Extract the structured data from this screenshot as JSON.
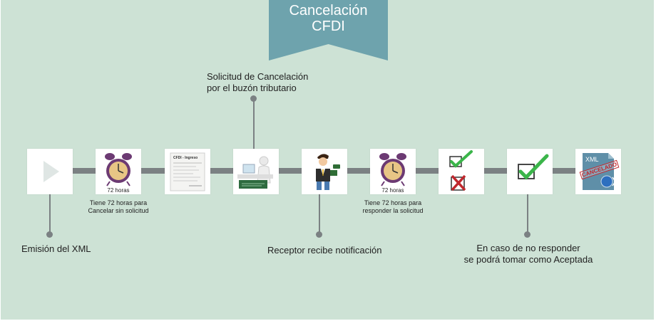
{
  "banner": {
    "line1": "Cancelación",
    "line2": "CFDI"
  },
  "steps": {
    "emission": {
      "label": "Emisión del XML"
    },
    "clock1": {
      "caption": "72 horas",
      "note_line1": "Tiene 72 horas para",
      "note_line2": "Cancelar sin solicitud"
    },
    "invoice": {
      "title": "CFDI - Ingreso"
    },
    "request": {
      "label_line1": "Solicitud de Cancelación",
      "label_line2": "por el buzón tributario"
    },
    "receiver": {
      "label": "Receptor recibe notificación"
    },
    "clock2": {
      "caption": "72 horas",
      "note_line1": "Tiene 72 horas para",
      "note_line2": "responder la solicitud"
    },
    "accepted": {
      "label_line1": "En caso de no responder",
      "label_line2": "se podrá tomar como Aceptada"
    },
    "cancelled": {
      "file_type": "XML",
      "stamp": "CANCELADO"
    }
  },
  "colors": {
    "background": "#cde2d5",
    "banner": "#6ea3ad",
    "timeline": "#7b8183",
    "check_green": "#3bb54a",
    "cross_red": "#c0272d",
    "clock_purple": "#6c3a73",
    "clock_face": "#e8c585"
  },
  "icons": [
    "play-icon",
    "alarm-clock-icon",
    "invoice-document-icon",
    "computer-user-icon",
    "businessman-notification-icon",
    "check-and-cross-icon",
    "checkmark-icon",
    "cancelled-xml-icon"
  ]
}
